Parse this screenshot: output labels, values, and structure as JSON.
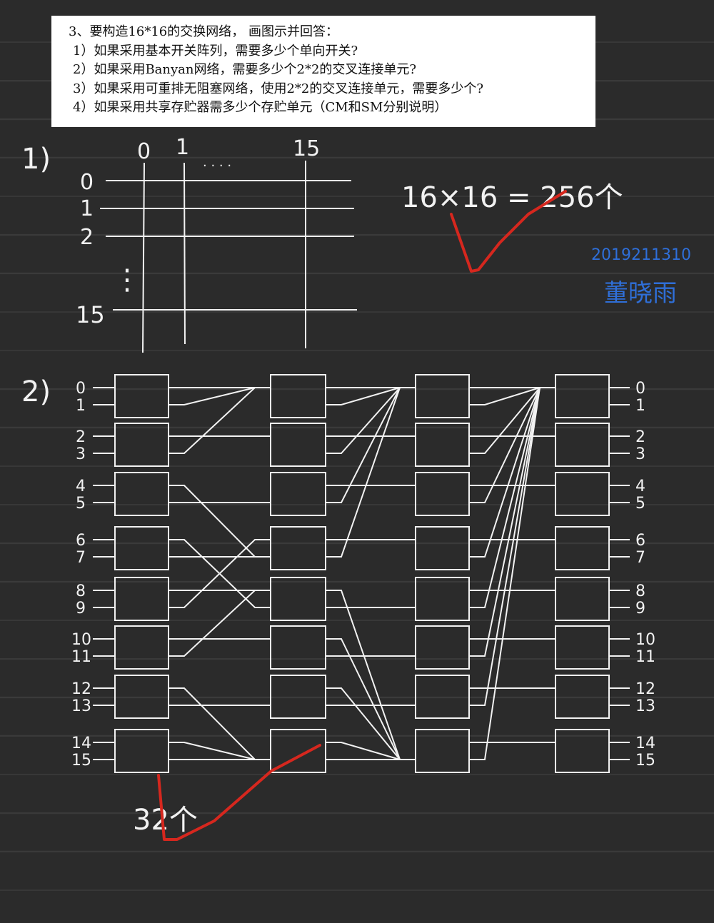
{
  "question": {
    "title": "3、要构造16*16的交换网络， 画图示并回答：",
    "items": [
      "1）如果采用基本开关阵列，需要多少个单向开关?",
      "2）如果采用Banyan网络，需要多少个2*2的交叉连接单元?",
      "3）如果采用可重排无阻塞网络，使用2*2的交叉连接单元，需要多少个?",
      "4）如果采用共享存贮器需多少个存贮单元（CM和SM分别说明）"
    ]
  },
  "part1": {
    "label": "1)",
    "col_labels": [
      "0",
      "1",
      "15"
    ],
    "col_dots": "· · · ·",
    "row_labels": [
      "0",
      "1",
      "2",
      "15"
    ],
    "row_dots": "⋮",
    "answer": "16×16 = 256个"
  },
  "student": {
    "id": "2019211310",
    "name": "董晓雨"
  },
  "part2": {
    "label": "2)",
    "left_labels": [
      "0",
      "1",
      "2",
      "3",
      "4",
      "5",
      "6",
      "7",
      "8",
      "9",
      "10",
      "11",
      "12",
      "13",
      "14",
      "15"
    ],
    "right_labels": [
      "0",
      "1",
      "2",
      "3",
      "4",
      "5",
      "6",
      "7",
      "8",
      "9",
      "10",
      "11",
      "12",
      "13",
      "14",
      "15"
    ],
    "answer": "32个"
  },
  "colors": {
    "background": "#2b2b2b",
    "ink": "#f2f2f2",
    "check_mark": "#d6271e",
    "signature": "#2f6fd8"
  }
}
